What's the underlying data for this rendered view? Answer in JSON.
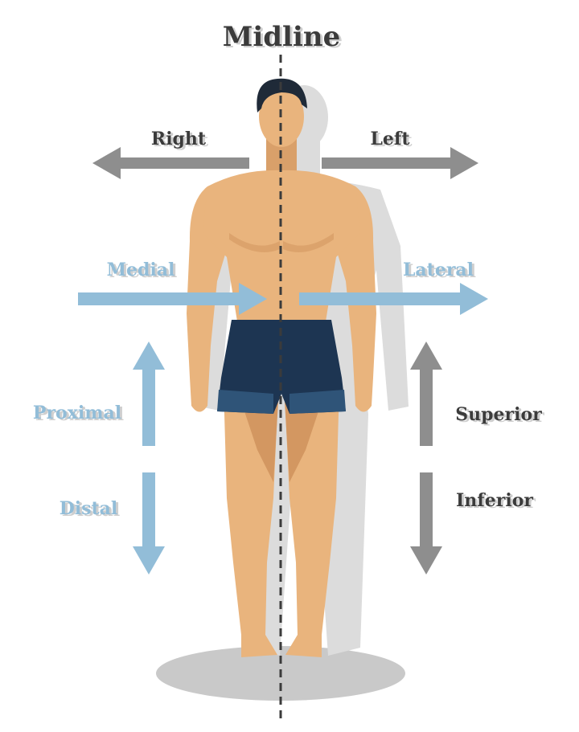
{
  "title": "Midline",
  "labels": {
    "right": "Right",
    "left": "Left",
    "medial": "Medial",
    "lateral": "Lateral",
    "proximal": "Proximal",
    "distal": "Distal",
    "superior": "Superior",
    "inferior": "Inferior"
  },
  "colors": {
    "gray_arrow": "#8e8e8e",
    "blue_arrow": "#92bdd8",
    "dark_text": "#3b3b3b",
    "skin": "#e9b47d",
    "skin_shade": "#d39761",
    "shorts": "#1d3552",
    "hair": "#1f2a38"
  }
}
